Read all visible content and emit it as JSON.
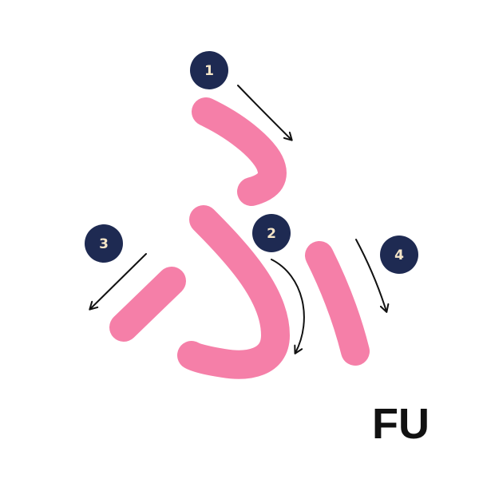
{
  "kana": {
    "romaji": "FU",
    "stroke_color": "#f57fa8",
    "badge_color": "#1e2a52",
    "badge_text_color": "#f6e6c8",
    "arrow_color": "#111111",
    "romaji_color": "#111111"
  },
  "steps": [
    {
      "number": "1"
    },
    {
      "number": "2"
    },
    {
      "number": "3"
    },
    {
      "number": "4"
    }
  ]
}
